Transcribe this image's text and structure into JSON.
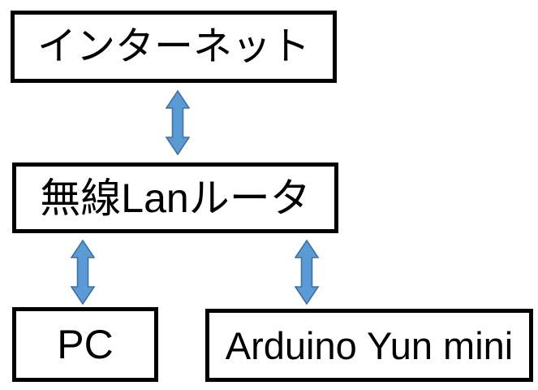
{
  "diagram": {
    "background_color": "#ffffff",
    "box_border_color": "#000000",
    "box_fill_color": "#ffffff",
    "text_color": "#000000",
    "arrow_fill_color": "#5b9bd5",
    "arrow_border_color": "#41719c",
    "nodes": {
      "internet": {
        "label": "インターネット"
      },
      "router": {
        "label": "無線Lanルータ"
      },
      "pc": {
        "label": "PC"
      },
      "arduino": {
        "label": "Arduino Yun mini"
      }
    },
    "connections": [
      {
        "from": "インターネット",
        "to": "無線Lanルータ",
        "type": "bidirectional"
      },
      {
        "from": "無線Lanルータ",
        "to": "PC",
        "type": "bidirectional"
      },
      {
        "from": "無線Lanルータ",
        "to": "Arduino Yun mini",
        "type": "bidirectional"
      }
    ]
  }
}
